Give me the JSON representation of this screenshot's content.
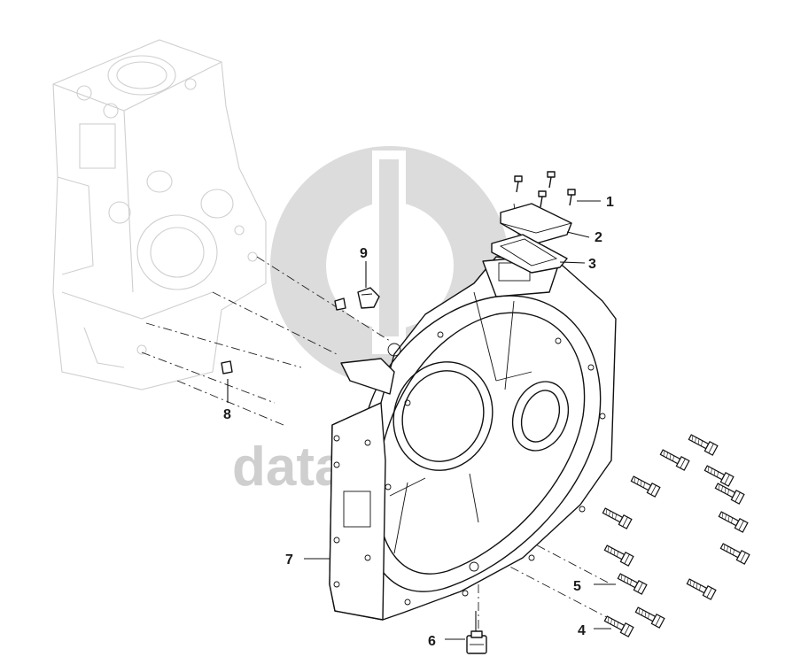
{
  "watermark": {
    "text": "data-parts"
  },
  "callouts": [
    {
      "id": "1",
      "label": "1"
    },
    {
      "id": "2",
      "label": "2"
    },
    {
      "id": "3",
      "label": "3"
    },
    {
      "id": "4",
      "label": "4"
    },
    {
      "id": "5",
      "label": "5"
    },
    {
      "id": "6",
      "label": "6"
    },
    {
      "id": "7",
      "label": "7"
    },
    {
      "id": "8",
      "label": "8"
    },
    {
      "id": "9",
      "label": "9"
    }
  ]
}
